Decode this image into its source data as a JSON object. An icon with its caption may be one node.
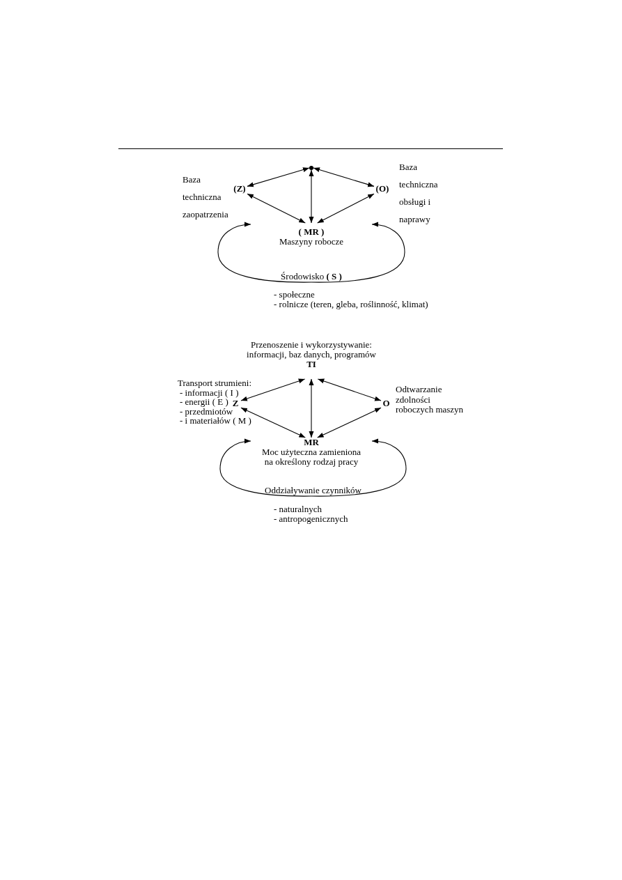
{
  "diagram": {
    "nodes": [
      {
        "text": [],
        "shape": "point"
      },
      {
        "text": [
          "(Z)"
        ],
        "beside": [
          "Baza techniczna zaopatrzenia"
        ]
      },
      {
        "text": [
          "(O)"
        ],
        "beside": [
          "Baza techniczna obsługi i naprawy"
        ]
      },
      {
        "text": [
          "( MR )",
          "Maszyny robocze"
        ]
      },
      {
        "text": [
          "Środowisko **( S )**"
        ],
        "beside": [
          "- społeczne",
          "- rolnicze (teren, gleba, roślinność, klimat)"
        ]
      },
      {
        "text": [
          "Przenoszenie i wykorzystywanie: informacji, baz danych, programów",
          "TI"
        ]
      },
      {
        "text": [
          "Z"
        ],
        "beside": [
          "Transport strumieni:",
          "- informacji ( I )",
          "- energii ( E )",
          "- przedmiotów",
          "- i materiałów ( M )"
        ]
      },
      {
        "text": [
          "O"
        ],
        "beside": [
          "Odtwarzanie zdolności roboczych maszyn"
        ]
      },
      {
        "text": [
          "MR",
          "Moc użyteczna zamieniona na określony rodzaj pracy"
        ]
      },
      {
        "text": [
          "Oddziaływanie czynników"
        ],
        "beside": [
          "- naturalnych",
          "- antropogenicznych"
        ]
      }
    ],
    "edges": [
      {
        "from": 0,
        "to": 1,
        "arrow": "both"
      },
      {
        "from": 0,
        "to": 2,
        "arrow": "both"
      },
      {
        "from": 0,
        "to": 3,
        "arrow": "both"
      },
      {
        "from": 1,
        "to": 3,
        "arrow": "both"
      },
      {
        "from": 2,
        "to": 3,
        "arrow": "both"
      },
      {
        "from": 4,
        "to": 3,
        "arrow": "to"
      },
      {
        "from": 4,
        "to": 3,
        "arrow": "to"
      },
      {
        "from": 5,
        "to": 6,
        "arrow": "both"
      },
      {
        "from": 5,
        "to": 7,
        "arrow": "both"
      },
      {
        "from": 5,
        "to": 8,
        "arrow": "both"
      },
      {
        "from": 6,
        "to": 8,
        "arrow": "both"
      },
      {
        "from": 7,
        "to": 8,
        "arrow": "both"
      },
      {
        "from": 9,
        "to": 8,
        "arrow": "to"
      },
      {
        "from": 9,
        "to": 8,
        "arrow": "to"
      }
    ]
  }
}
